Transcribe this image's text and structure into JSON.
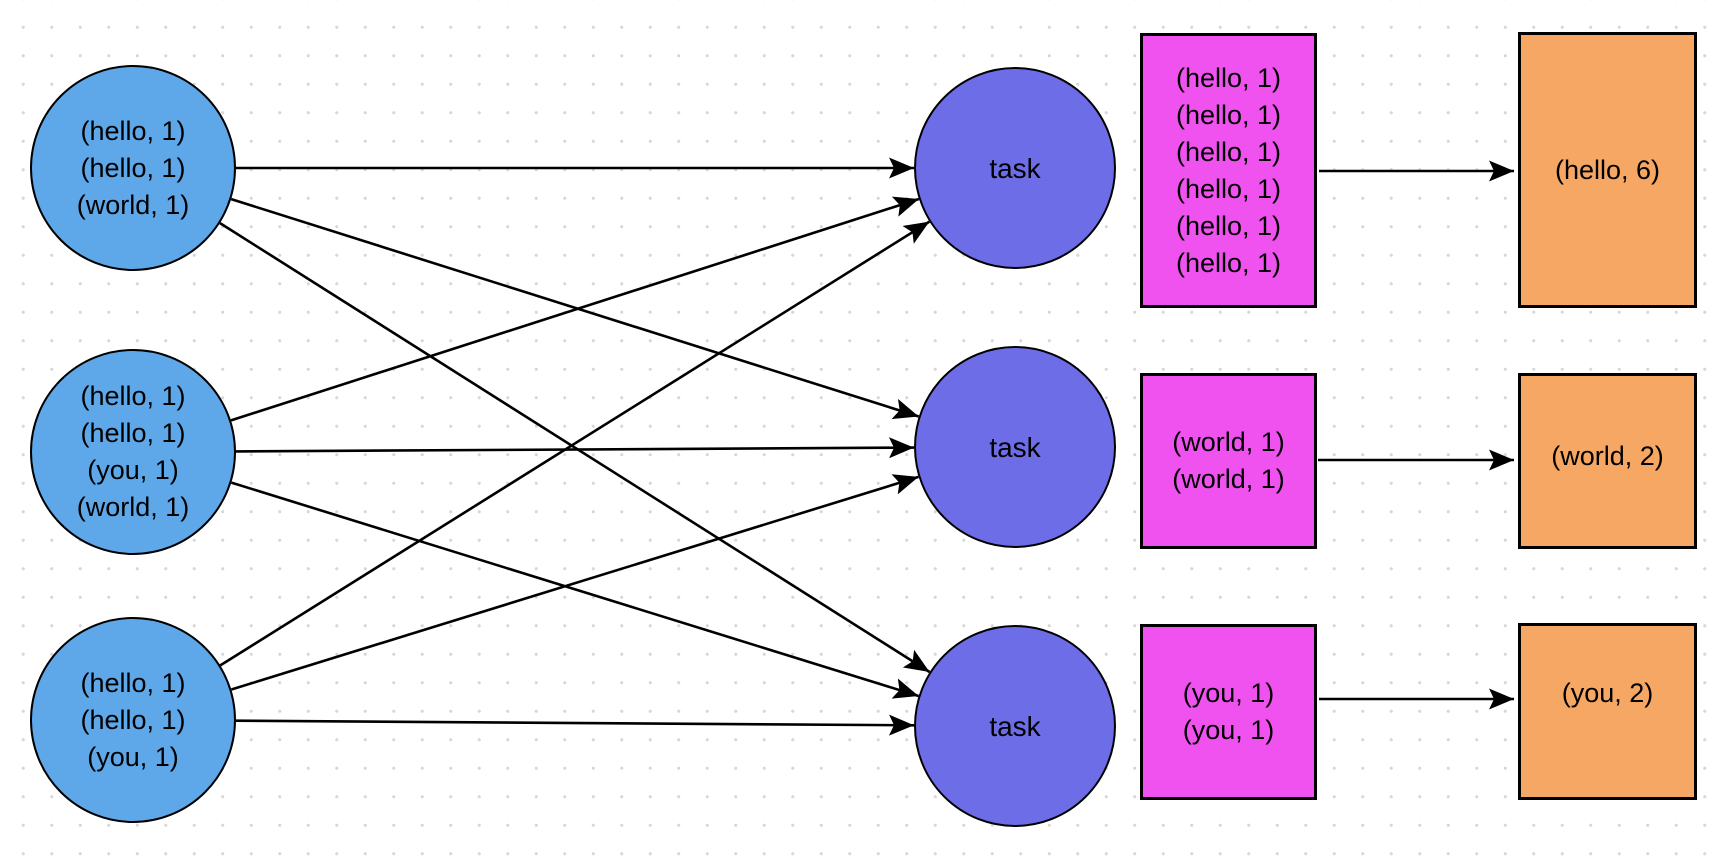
{
  "diagram": {
    "map_outputs": [
      {
        "lines": [
          "(hello, 1)",
          "(hello, 1)",
          "(world, 1)"
        ]
      },
      {
        "lines": [
          "(hello, 1)",
          "(hello, 1)",
          "(you, 1)",
          "(world, 1)"
        ]
      },
      {
        "lines": [
          "(hello, 1)",
          "(hello, 1)",
          "(you, 1)"
        ]
      }
    ],
    "tasks": [
      {
        "label": "task"
      },
      {
        "label": "task"
      },
      {
        "label": "task"
      }
    ],
    "shuffle_groups": [
      {
        "lines": [
          "(hello, 1)",
          "(hello, 1)",
          "(hello, 1)",
          "(hello, 1)",
          "(hello, 1)",
          "(hello, 1)"
        ]
      },
      {
        "lines": [
          "(world, 1)",
          "(world, 1)"
        ]
      },
      {
        "lines": [
          "(you, 1)",
          "(you, 1)"
        ]
      }
    ],
    "reduce_outputs": [
      {
        "label": "(hello, 6)"
      },
      {
        "label": "(world, 2)"
      },
      {
        "label": "(you, 2)"
      }
    ],
    "colors": {
      "map_node_fill": "#5EA8EA",
      "task_node_fill": "#6E6DE8",
      "group_box_fill": "#F052F0",
      "result_box_fill": "#F5A763",
      "stroke_color": "#000000",
      "grid_dot_color": "#d7d7d7"
    }
  }
}
